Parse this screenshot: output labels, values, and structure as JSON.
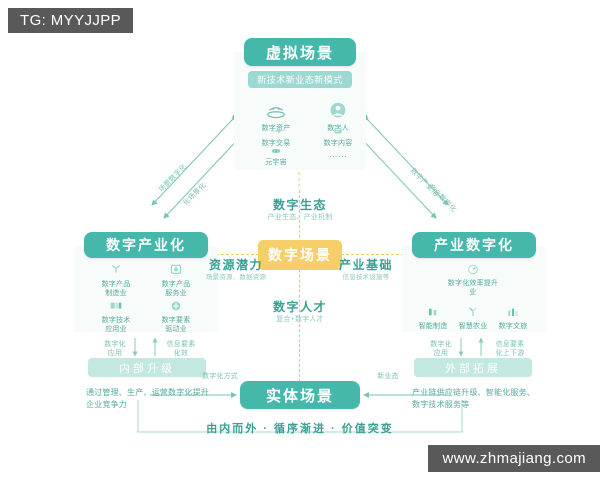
{
  "watermarks": {
    "top_left": "TG: MYYJJPP",
    "bottom_right": "www.zhmajiang.com"
  },
  "top_node": {
    "title": "虚拟场景",
    "subtitle": "新技术新业态新模式",
    "items": [
      {
        "label": "数字资产",
        "icon": "data-asset-icon"
      },
      {
        "label": "数字人",
        "icon": "digital-human-icon"
      },
      {
        "label": "数字交易",
        "icon": "digital-trade-icon"
      },
      {
        "label": "数字内容",
        "icon": "digital-content-icon"
      },
      {
        "label": "元宇宙",
        "icon": "metaverse-icon"
      },
      {
        "label": "……",
        "icon": "ellipsis-icon"
      }
    ]
  },
  "left_node": {
    "title": "数字产业化",
    "items": [
      {
        "label": "数字产品\n制造业",
        "icon": "manufacturing-icon"
      },
      {
        "label": "数字产品\n服务业",
        "icon": "product-service-icon"
      },
      {
        "label": "数字技术\n应用业",
        "icon": "tech-application-icon"
      },
      {
        "label": "数字要素\n驱动业",
        "icon": "data-element-icon"
      }
    ],
    "arrow_left_label": "数字化\n应用",
    "arrow_right_label": "信息要素\n化效",
    "sub_title": "内部升级",
    "blurb": "通过管理、生产、运营数字化提升企业竞争力"
  },
  "right_node": {
    "title": "产业数字化",
    "root": {
      "label": "数字化效率提升业",
      "icon": "efficiency-icon"
    },
    "items": [
      {
        "label": "智能制造",
        "icon": "smart-manufacturing-icon"
      },
      {
        "label": "智慧农业",
        "icon": "smart-agriculture-icon"
      },
      {
        "label": "数字文旅",
        "icon": "digital-tourism-icon"
      }
    ],
    "arrow_left_label": "数字化\n应用",
    "arrow_right_label": "信息要素\n化上下游",
    "sub_title": "外部拓展",
    "blurb": "产业链供应链升级、智能化服务、数字技术服务等"
  },
  "center": {
    "core": "数字场景",
    "north": {
      "title": "数字生态",
      "subtitle": "产业生态、产业机制"
    },
    "south": {
      "title": "数字人才",
      "subtitle": "复合+数字人才"
    },
    "west": {
      "title": "资源潜力",
      "subtitle": "场景资源、数据资源"
    },
    "east": {
      "title": "产业基础",
      "subtitle": "信息技术设施等"
    }
  },
  "bottom_node": {
    "title": "实体场景",
    "left_label": "数字化方式",
    "right_label": "新业态"
  },
  "edge_labels": {
    "upper_left_outer": "场景数字化",
    "upper_left_inner": "化场景化",
    "upper_right_outer": "数字产业化",
    "upper_right_inner": "产业数字化",
    "lower_left": "数字化方式",
    "lower_right": "新业态"
  },
  "tagline": "由内而外 · 循序渐进 · 价值突变",
  "colors": {
    "accent": "#45b8ab",
    "accent_light": "#9bd9d1",
    "accent_pale": "#c3e7e1",
    "panel": "#f7fbfa",
    "highlight": "#f6cf6a",
    "text": "#3aa093",
    "watermark": "#595959"
  }
}
